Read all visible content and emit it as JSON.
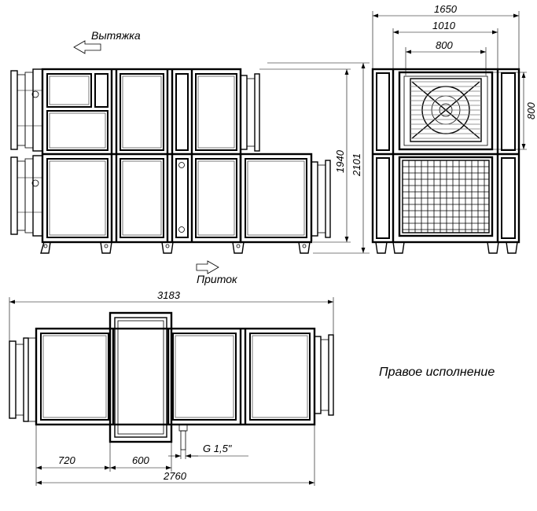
{
  "labels": {
    "exhaust": "Вытяжка",
    "supply": "Приток",
    "variant": "Правое исполнение"
  },
  "dimensions": {
    "front_height": "1940",
    "total_height": "2101",
    "side_total_width": "1650",
    "side_frame_width": "1010",
    "side_fan_width": "800",
    "side_fan_height": "800",
    "plan_total_length": "3183",
    "plan_body_length": "2760",
    "plan_section_1": "720",
    "plan_section_2": "600",
    "drain_connection": "G 1,5\""
  }
}
